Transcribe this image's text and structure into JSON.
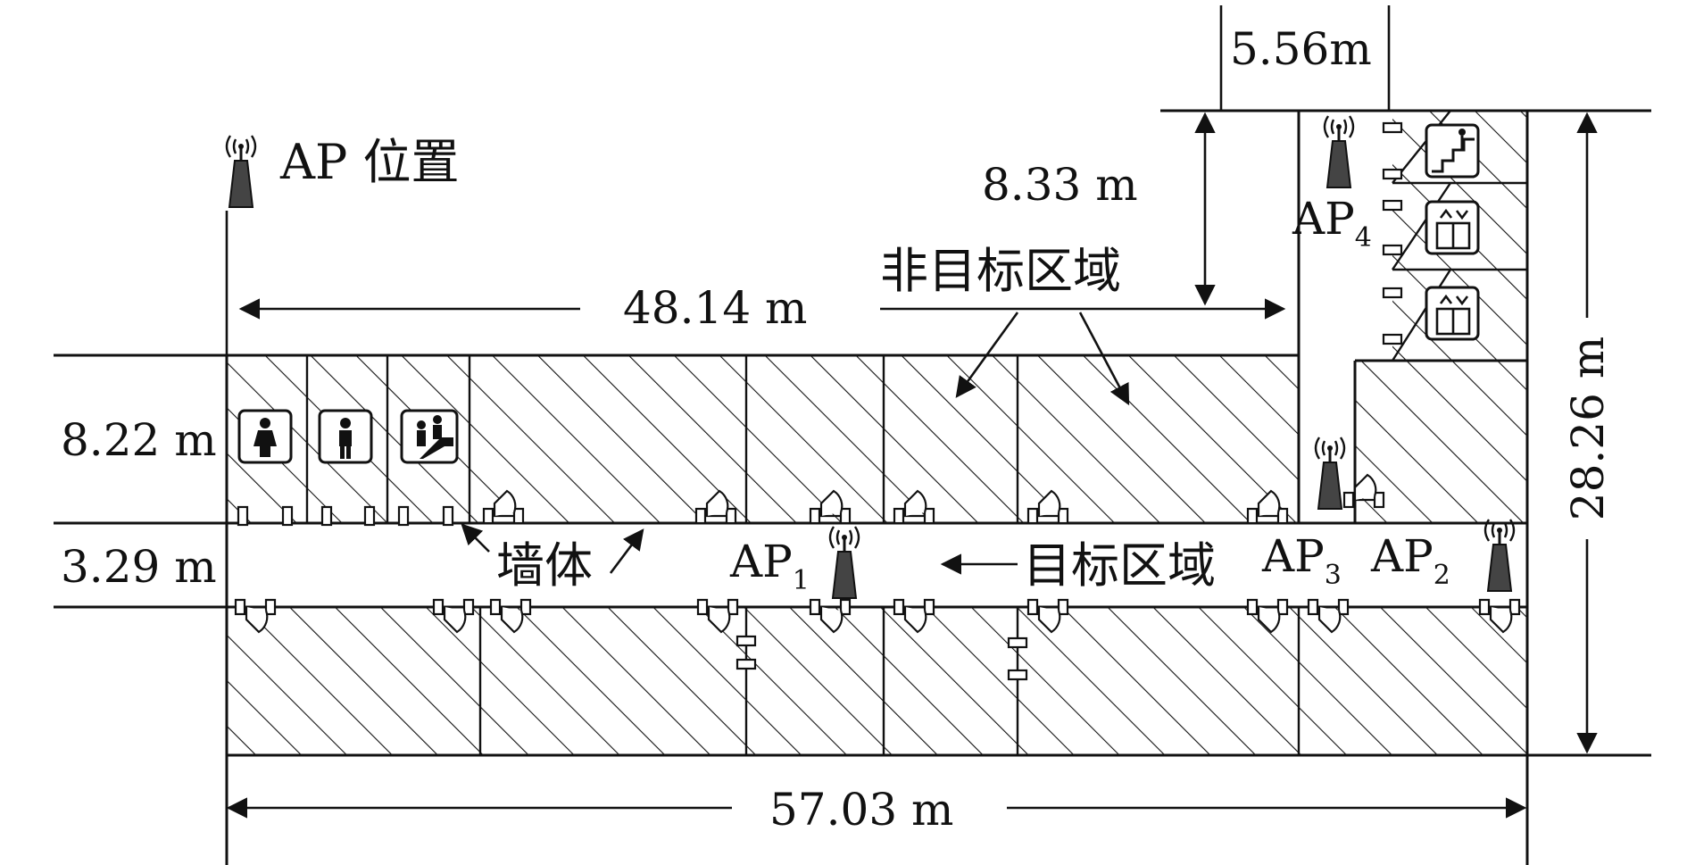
{
  "legend": {
    "ap_label": "AP 位置"
  },
  "dimensions": {
    "width_total": "57.03 m",
    "corridor_length": "48.14 m",
    "height_total": "28.26 m",
    "upper_offset": "8.33 m",
    "tower_width": "5.56m",
    "room_depth": "8.22 m",
    "corridor_width": "3.29 m"
  },
  "labels": {
    "non_target": "非目标区域",
    "target": "目标区域",
    "wall": "墙体"
  },
  "access_points": [
    {
      "base": "AP",
      "sub": "1"
    },
    {
      "base": "AP",
      "sub": "2"
    },
    {
      "base": "AP",
      "sub": "3"
    },
    {
      "base": "AP",
      "sub": "4"
    }
  ],
  "colors": {
    "ink": "#111111",
    "antenna": "#444444",
    "background": "#ffffff"
  }
}
